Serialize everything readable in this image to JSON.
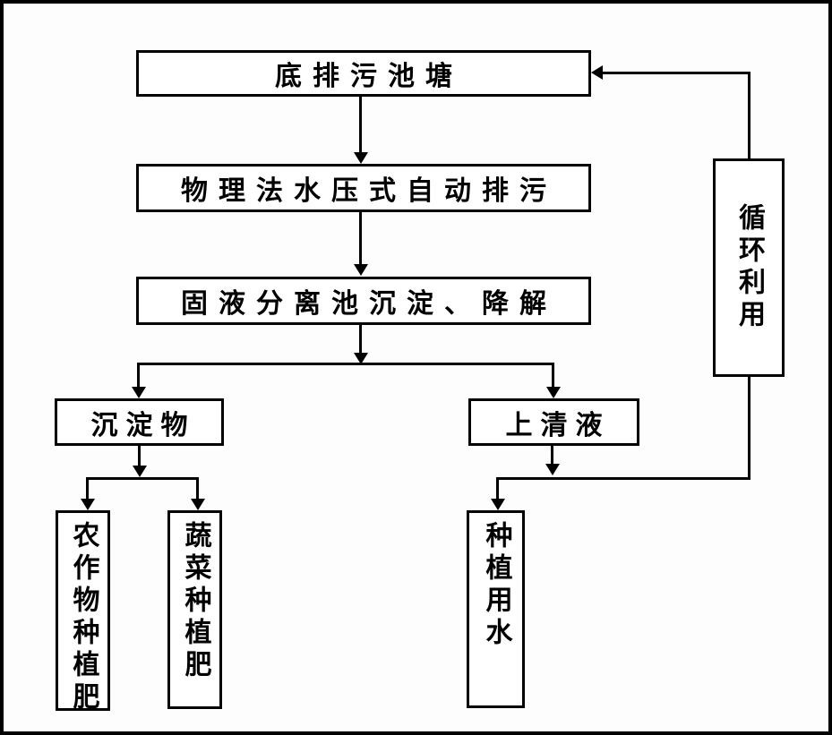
{
  "diagram": {
    "type": "flowchart",
    "language": "zh-CN",
    "colors": {
      "line": "#000000",
      "box_fill": "#ffffff",
      "background": "#fdfdfd",
      "text": "#000000"
    },
    "nodes": {
      "pond": {
        "label": "底排污池塘"
      },
      "auto_drain": {
        "label": "物理法水压式自动排污"
      },
      "separation": {
        "label": "固液分离池沉淀、降解"
      },
      "sediment": {
        "label": "沉淀物"
      },
      "supernatant": {
        "label": "上清液"
      },
      "crop_fertilizer": {
        "label": "农作物种植肥"
      },
      "vegetable_fertilizer": {
        "label": "蔬菜种植肥"
      },
      "planting_water": {
        "label": "种植用水"
      },
      "recycle": {
        "label": "循环利用"
      }
    },
    "edges": [
      {
        "from": "底排污池塘",
        "to": "物理法水压式自动排污"
      },
      {
        "from": "物理法水压式自动排污",
        "to": "固液分离池沉淀、降解"
      },
      {
        "from": "固液分离池沉淀、降解",
        "to": "沉淀物"
      },
      {
        "from": "固液分离池沉淀、降解",
        "to": "上清液"
      },
      {
        "from": "沉淀物",
        "to": "农作物种植肥"
      },
      {
        "from": "沉淀物",
        "to": "蔬菜种植肥"
      },
      {
        "from": "上清液",
        "to": "种植用水"
      },
      {
        "from": "上清液",
        "to": "循环利用"
      },
      {
        "from": "循环利用",
        "to": "底排污池塘"
      }
    ]
  }
}
